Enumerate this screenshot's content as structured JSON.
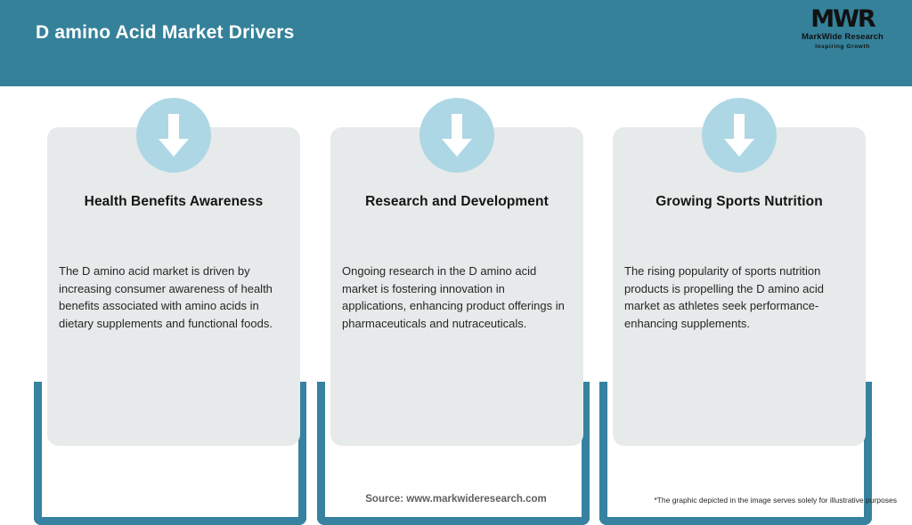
{
  "header": {
    "title": "D amino Acid Market Drivers",
    "background_color": "#35819a",
    "logo": {
      "mark": "MWR",
      "name": "MarkWide Research",
      "tagline": "Inspiring Growth"
    }
  },
  "cards": [
    {
      "icon": "down-arrow-icon",
      "title": "Health Benefits Awareness",
      "body": "The D amino acid market is driven by increasing consumer awareness of health benefits associated with amino acids in dietary supplements and functional foods."
    },
    {
      "icon": "down-arrow-icon",
      "title": "Research and Development",
      "body": "Ongoing research in the D amino acid market is fostering innovation in applications, enhancing product offerings in pharmaceuticals and nutraceuticals."
    },
    {
      "icon": "down-arrow-icon",
      "title": "Growing Sports Nutrition",
      "body": "The rising popularity of sports nutrition products is propelling the D amino acid market as athletes seek performance-enhancing supplements."
    }
  ],
  "footer": {
    "source": "Source: www.markwideresearch.com",
    "disclaimer": "*The graphic depicted in the image serves solely for illustrative purposes"
  },
  "colors": {
    "brand_teal": "#35819a",
    "frame_teal": "#3782a0",
    "panel_grey": "#e7eaea",
    "icon_circle": "#aed7e5",
    "icon_arrow": "#ffffff"
  }
}
